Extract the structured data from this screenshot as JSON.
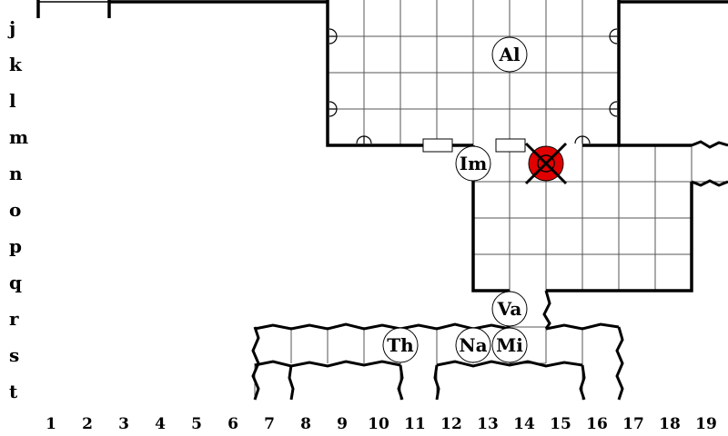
{
  "rows": [
    "j",
    "k",
    "l",
    "m",
    "n",
    "o",
    "p",
    "q",
    "r",
    "s",
    "t"
  ],
  "columns": [
    "1",
    "2",
    "3",
    "4",
    "5",
    "6",
    "7",
    "8",
    "9",
    "10",
    "11",
    "12",
    "13",
    "14",
    "15",
    "16",
    "17",
    "18",
    "19"
  ],
  "tokens": [
    {
      "id": "al",
      "label": "Al",
      "col": 14.5,
      "row": 1.5
    },
    {
      "id": "im",
      "label": "Im",
      "col": 13.5,
      "row": 4.5
    },
    {
      "id": "va",
      "label": "Va",
      "col": 14.5,
      "row": 8.5
    },
    {
      "id": "th",
      "label": "Th",
      "col": 11.5,
      "row": 9.5
    },
    {
      "id": "na",
      "label": "Na",
      "col": 13.5,
      "row": 9.5
    },
    {
      "id": "mi",
      "label": "Mi",
      "col": 14.5,
      "row": 9.5
    }
  ],
  "defeated_token": {
    "col": 15.5,
    "row": 4.5,
    "color": "#e00000"
  },
  "colors": {
    "wall": "#000000",
    "grid": "#555555",
    "defeated": "#e00000",
    "background": "#ffffff"
  }
}
